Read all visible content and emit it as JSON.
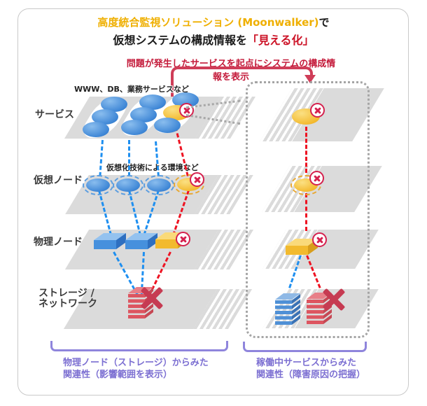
{
  "title": {
    "line1_highlight": "高度統合監視ソリューション (Moonwalker)",
    "line1_suffix": "で",
    "line2_prefix": "仮想システムの構成情報を",
    "line2_highlight": "「見える化」"
  },
  "callout": "問題が発生したサービスを起点にシステムの構成情報を表示",
  "left_diagram": {
    "layers": [
      {
        "label": "サービス",
        "annotation": "WWW、DB、業務サービスなど"
      },
      {
        "label": "仮想ノード",
        "annotation": "仮想化技術による環境など"
      },
      {
        "label": "物理ノード"
      },
      {
        "label_line1": "ストレージ /",
        "label_line2": "ネットワーク"
      }
    ],
    "caption_line1": "物理ノード（ストレージ）からみた",
    "caption_line2": "関連性（影響範囲を表示）"
  },
  "right_diagram": {
    "caption_line1": "稼働中サービスからみた",
    "caption_line2": "関連性（障害原因の把握）"
  },
  "colors": {
    "title_gold": "#efaf00",
    "title_red": "#cc1226",
    "callout_red": "#c41a3a",
    "bracket_red": "#cf3d58",
    "error_badge_red": "#d5214e",
    "line_red": "#ee1322",
    "line_blue": "#1e8ff0",
    "layer_gray": "#dbdbdb",
    "dotted_gray": "#a5a5a5",
    "purple": "#8f85dc",
    "node_blue": "#4a94dc",
    "node_yellow": "#f4c33a",
    "storage_red": "#dd5560",
    "storage_blue": "#4f90d6"
  }
}
